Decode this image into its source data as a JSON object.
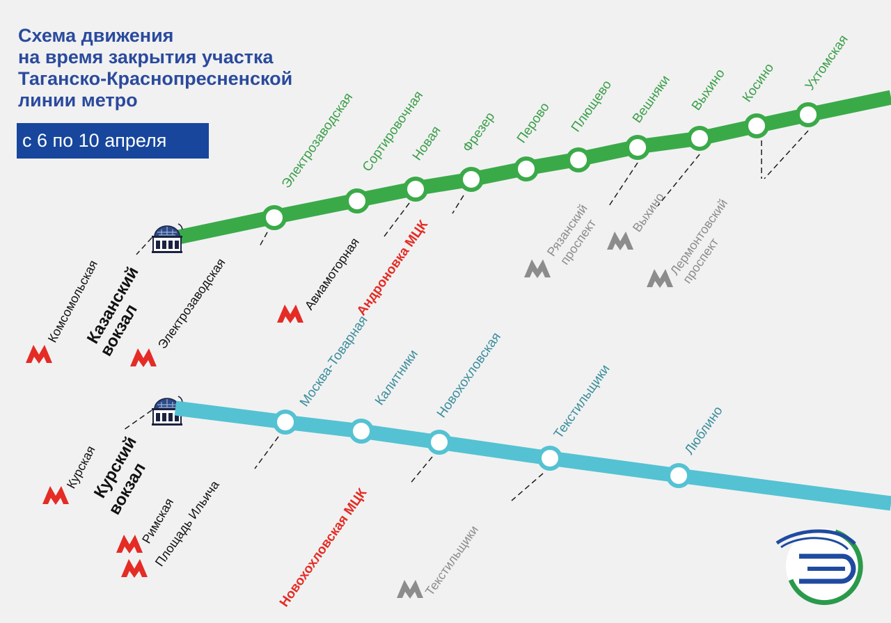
{
  "title": {
    "lines": [
      "Схема движения",
      "на время закрытия участка",
      "Таганско-Краснопресненской",
      "линии метро"
    ]
  },
  "date_badge": "с 6 по 10 апреля",
  "colors": {
    "green_line": "#3aaa48",
    "teal_line": "#54c2d2",
    "green_label": "#3a9e47",
    "teal_label": "#3b8d9a",
    "metro_red": "#e42c24",
    "metro_gray": "#8c8c8c",
    "title_blue": "#2a4a9c",
    "badge_blue": "#17469c",
    "mck_red": "#e42c24"
  },
  "terminals": {
    "kazansky": {
      "name_line1": "Казанский",
      "name_line2": "вокзал",
      "metro": "Комсомольская",
      "icon": "railway-station-icon"
    },
    "kursky": {
      "name_line1": "Курский",
      "name_line2": "вокзал",
      "metro": "Курская",
      "icon": "railway-station-icon"
    }
  },
  "green_line": {
    "stations": [
      "Электрозаводская",
      "Сортировочная",
      "Новая",
      "Фрезер",
      "Перово",
      "Плющево",
      "Вешняки",
      "Выхино",
      "Косино",
      "Ухтомская"
    ],
    "transfers": [
      {
        "name": "Электрозаводская",
        "type": "metro"
      },
      {
        "name": "Авиамоторная",
        "type": "metro"
      },
      {
        "name": "Андроновка МЦК",
        "type": "mck"
      },
      {
        "name_line1": "Рязанский",
        "name_line2": "проспект",
        "type": "metro-gray"
      },
      {
        "name": "Выхино",
        "type": "metro-gray"
      },
      {
        "name_line1": "Лермонтовский",
        "name_line2": "проспект",
        "type": "metro-gray"
      }
    ]
  },
  "teal_line": {
    "stations": [
      "Москва-Товарная",
      "Калитники",
      "Новохохловская",
      "Текстильщики",
      "Люблино"
    ],
    "transfers": [
      {
        "name": "Римская",
        "type": "metro"
      },
      {
        "name": "Площадь Ильича",
        "type": "metro"
      },
      {
        "name": "Новохохловская МЦК",
        "type": "mck"
      },
      {
        "name": "Текстильщики",
        "type": "metro-gray"
      }
    ]
  },
  "logo": {
    "icon": "rzd-suburban-logo-icon"
  }
}
